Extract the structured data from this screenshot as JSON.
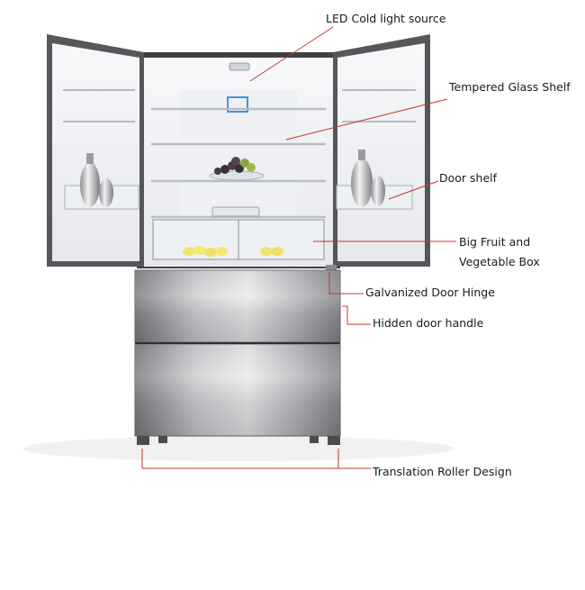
{
  "diagram": {
    "labels": {
      "led": "LED Cold light source",
      "glass_shelf": "Tempered Glass Shelf",
      "door_shelf": "Door shelf",
      "fruit_box_line1": "Big Fruit and",
      "fruit_box_line2": "Vegetable Box",
      "hinge": "Galvanized Door Hinge",
      "handle": "Hidden door handle",
      "roller": "Translation Roller Design"
    },
    "colors": {
      "leader_line": "#c0392b",
      "steel_light": "#d9d9db",
      "steel_dark": "#6d6f73",
      "cabinet_interior": "#f4f5f7",
      "door_frame": "#4a4c50"
    }
  }
}
